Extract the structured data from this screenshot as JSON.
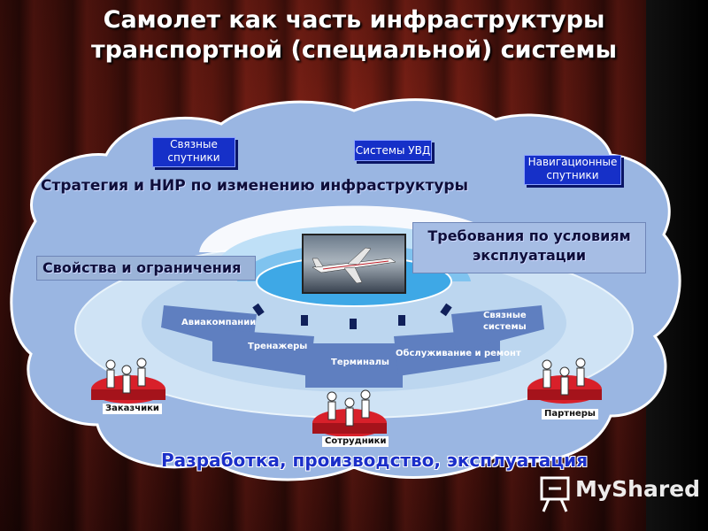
{
  "title": {
    "line1": "Самолет как часть инфраструктуры",
    "line2": "транспортной (специальной) системы"
  },
  "top_boxes": [
    {
      "line1": "Связные",
      "line2": "спутники"
    },
    {
      "line1": "Системы УВД",
      "line2": ""
    },
    {
      "line1": "Навигационные",
      "line2": "спутники"
    }
  ],
  "headers": {
    "strategy": "Стратегия и НИР по изменению инфраструктуры",
    "properties": "Свойства и ограничения",
    "requirements_line1": "Требования по условиям",
    "requirements_line2": "эксплуатации"
  },
  "segments": [
    {
      "line1": "Авиакомпании",
      "line2": ""
    },
    {
      "line1": "Тренажеры",
      "line2": ""
    },
    {
      "line1": "Терминалы",
      "line2": ""
    },
    {
      "line1": "Обслуживание и ремонт",
      "line2": ""
    },
    {
      "line1": "Связные",
      "line2": "системы"
    }
  ],
  "groups": {
    "customers": "Заказчики",
    "employees": "Сотрудники",
    "partners": "Партнеры"
  },
  "bottom": "Разработка, производство, эксплуатация",
  "watermark": {
    "brand": "MyShared"
  },
  "colors": {
    "cloud": "#9ab6e2",
    "ring": "#cfe3f5",
    "segment": "#5f7fc0",
    "box": "#1630c8",
    "platform": "#d8202a"
  }
}
